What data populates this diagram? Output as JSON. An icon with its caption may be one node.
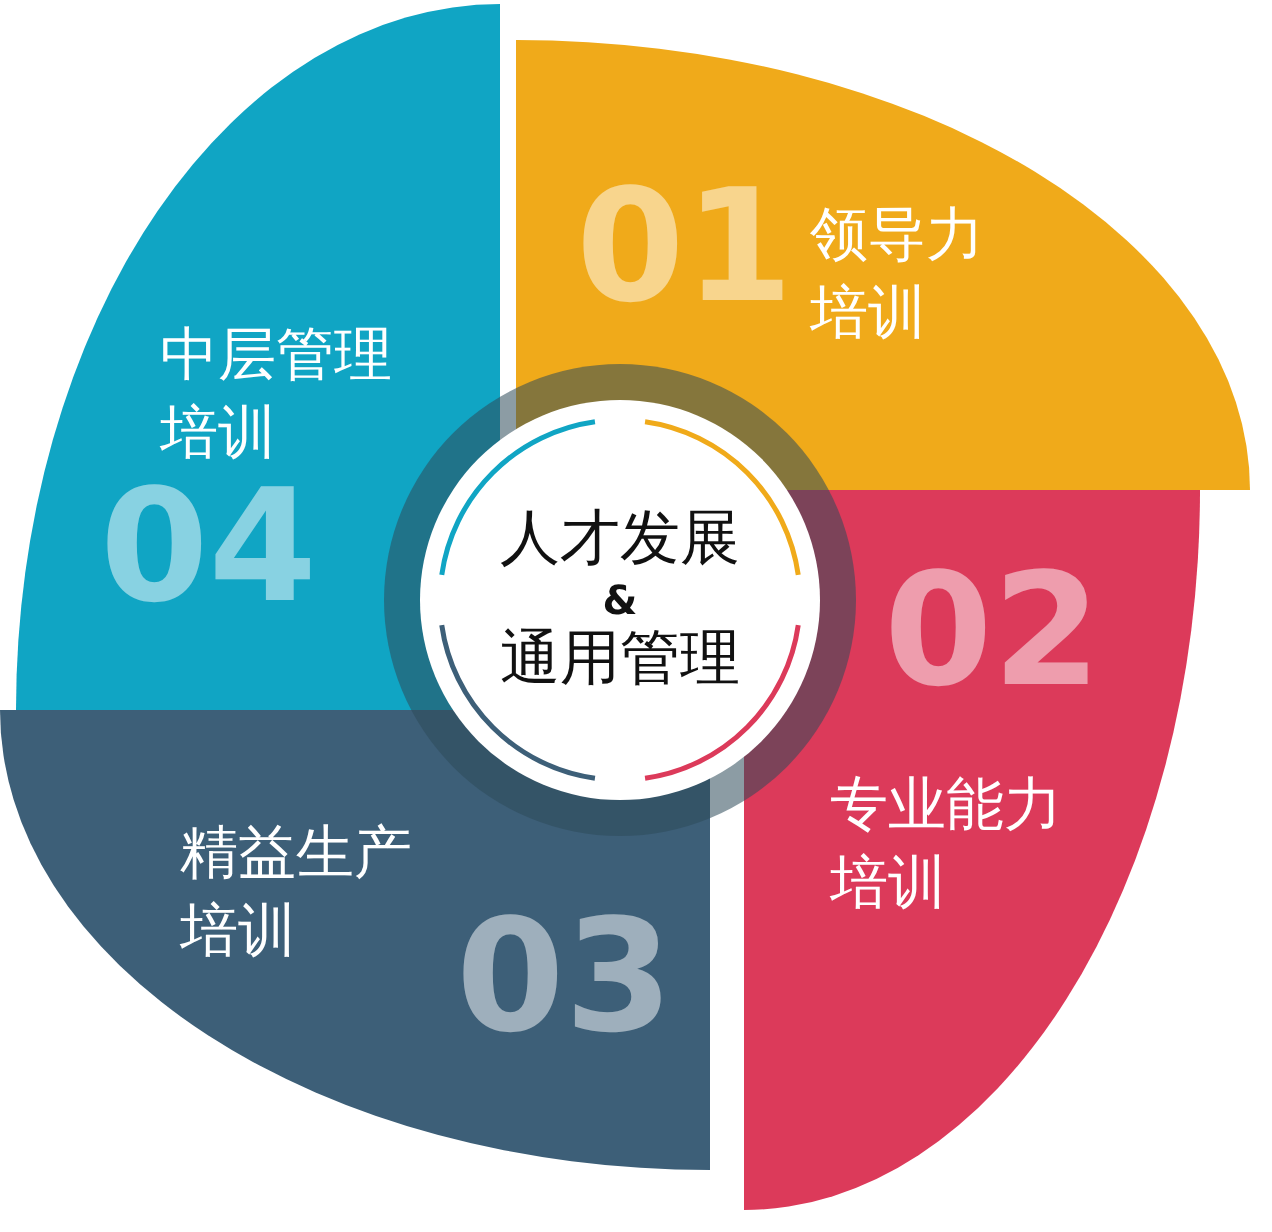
{
  "diagram": {
    "nodes": [
      {
        "text": [
          "01",
          "领导力培训"
        ]
      },
      {
        "text": [
          "02",
          "专业能力培训"
        ]
      },
      {
        "text": [
          "03",
          "精益生产培训"
        ]
      },
      {
        "text": [
          "中层管理培训",
          "04"
        ]
      },
      {
        "text": [
          "人才发展",
          "&",
          "通用管理"
        ]
      }
    ]
  }
}
